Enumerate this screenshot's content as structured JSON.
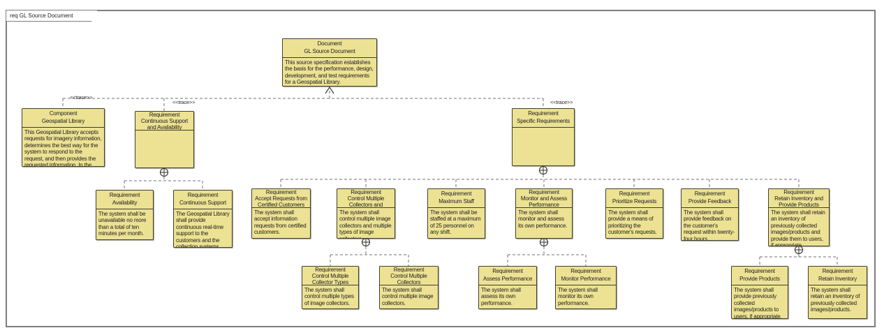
{
  "frame": {
    "title": "req GL Source Document"
  },
  "labels": {
    "trace": "<<trace>>"
  },
  "colors": {
    "node_fill": "#EDE293",
    "node_border": "#3E3E30",
    "connector": "#707070",
    "frame_border": "#7D7D7D"
  },
  "nodes": {
    "doc": {
      "type": "Document",
      "name": "GL Source Document",
      "desc": "This source specification establishes the basis for the performance, design, development, and test requirements for a Geospatial Library."
    },
    "component": {
      "type": "Component",
      "name": "Geospatial Library",
      "desc": "This Geospatial Library accepts requests for imagery information, determines the best way for the system to respond to the request, and then provides the requested information. In the process of acquir..."
    },
    "csa": {
      "type": "Requirement",
      "name": "Continuous Support and Availability",
      "desc": ""
    },
    "specific": {
      "type": "Requirement",
      "name": "Specific Requirements",
      "desc": ""
    },
    "availability": {
      "type": "Requirement",
      "name": "Availability",
      "desc": "The system shall be unavailable no more than a total of ten minutes per month."
    },
    "contsupport": {
      "type": "Requirement",
      "name": "Continuous Support",
      "desc": "The Geospatial Library shall provide continuous real-time support to the customers and the collection systems."
    },
    "accept": {
      "type": "Requirement",
      "name": "Accept Requests from Certified Customers",
      "desc": "The system shall accept information requests from certified customers."
    },
    "controlmcc": {
      "type": "Requirement",
      "name": "Control Multiple Collectors and Collector...",
      "desc": "The system shall control multiple image collectors and multiple types of image collectors."
    },
    "maxstaff": {
      "type": "Requirement",
      "name": "Maximum Staff",
      "desc": "The system shall be staffed at a maximum of 25 personnel on any shift."
    },
    "monassess": {
      "type": "Requirement",
      "name": "Monitor and Assess Performance",
      "desc": "The system shall monitor and assess its own performance."
    },
    "prioritize": {
      "type": "Requirement",
      "name": "Prioritize Requests",
      "desc": "The system shall provide a means of prioritizing the customer's requests."
    },
    "feedback": {
      "type": "Requirement",
      "name": "Provide Feedback",
      "desc": "The system shall provide feedback on the customer's request within twenty-four hours."
    },
    "retainpp": {
      "type": "Requirement",
      "name": "Retain Inventory and Provide Products",
      "desc": "The system shall retain an inventory of previously collected images/products and provide them to users, if appropriate."
    },
    "cmctypes": {
      "type": "Requirement",
      "name": "Control Multiple Collector Types",
      "desc": "The system shall control multiple types of image collectors."
    },
    "cmcollectors": {
      "type": "Requirement",
      "name": "Control Multiple Collectors",
      "desc": "The system shall control multiple image collectors."
    },
    "assessperf": {
      "type": "Requirement",
      "name": "Assess Performance",
      "desc": "The system shall assess its own performance."
    },
    "monitorperf": {
      "type": "Requirement",
      "name": "Monitor Performance",
      "desc": "The system shall monitor its own performance."
    },
    "provideproducts": {
      "type": "Requirement",
      "name": "Provide Products",
      "desc": "The system shall provide previously collected images/products to users, if appropriate."
    },
    "retaininv": {
      "type": "Requirement",
      "name": "Retain Inventory",
      "desc": "The system shall retain an inventory of previously collected images/products."
    }
  }
}
